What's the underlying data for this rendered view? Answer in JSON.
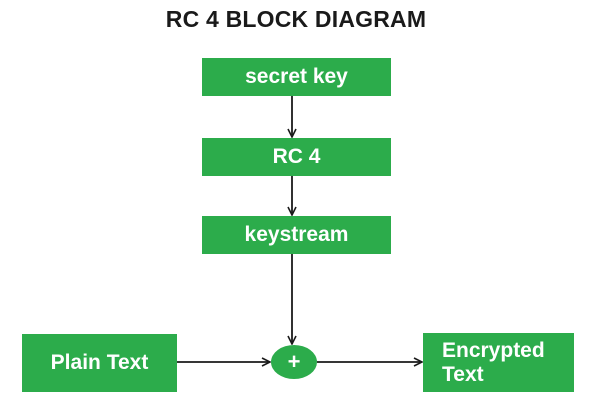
{
  "title": "RC 4 BLOCK DIAGRAM",
  "nodes": {
    "secret_key": "secret key",
    "rc4": "RC 4",
    "keystream": "keystream",
    "xor": "+",
    "plain_text": "Plain Text",
    "encrypted_text": "Encrypted\nText"
  },
  "colors": {
    "box_fill": "#2cac4b",
    "box_text": "#ffffff",
    "title_text": "#1a1a1a",
    "arrow": "#1a1a1a"
  }
}
